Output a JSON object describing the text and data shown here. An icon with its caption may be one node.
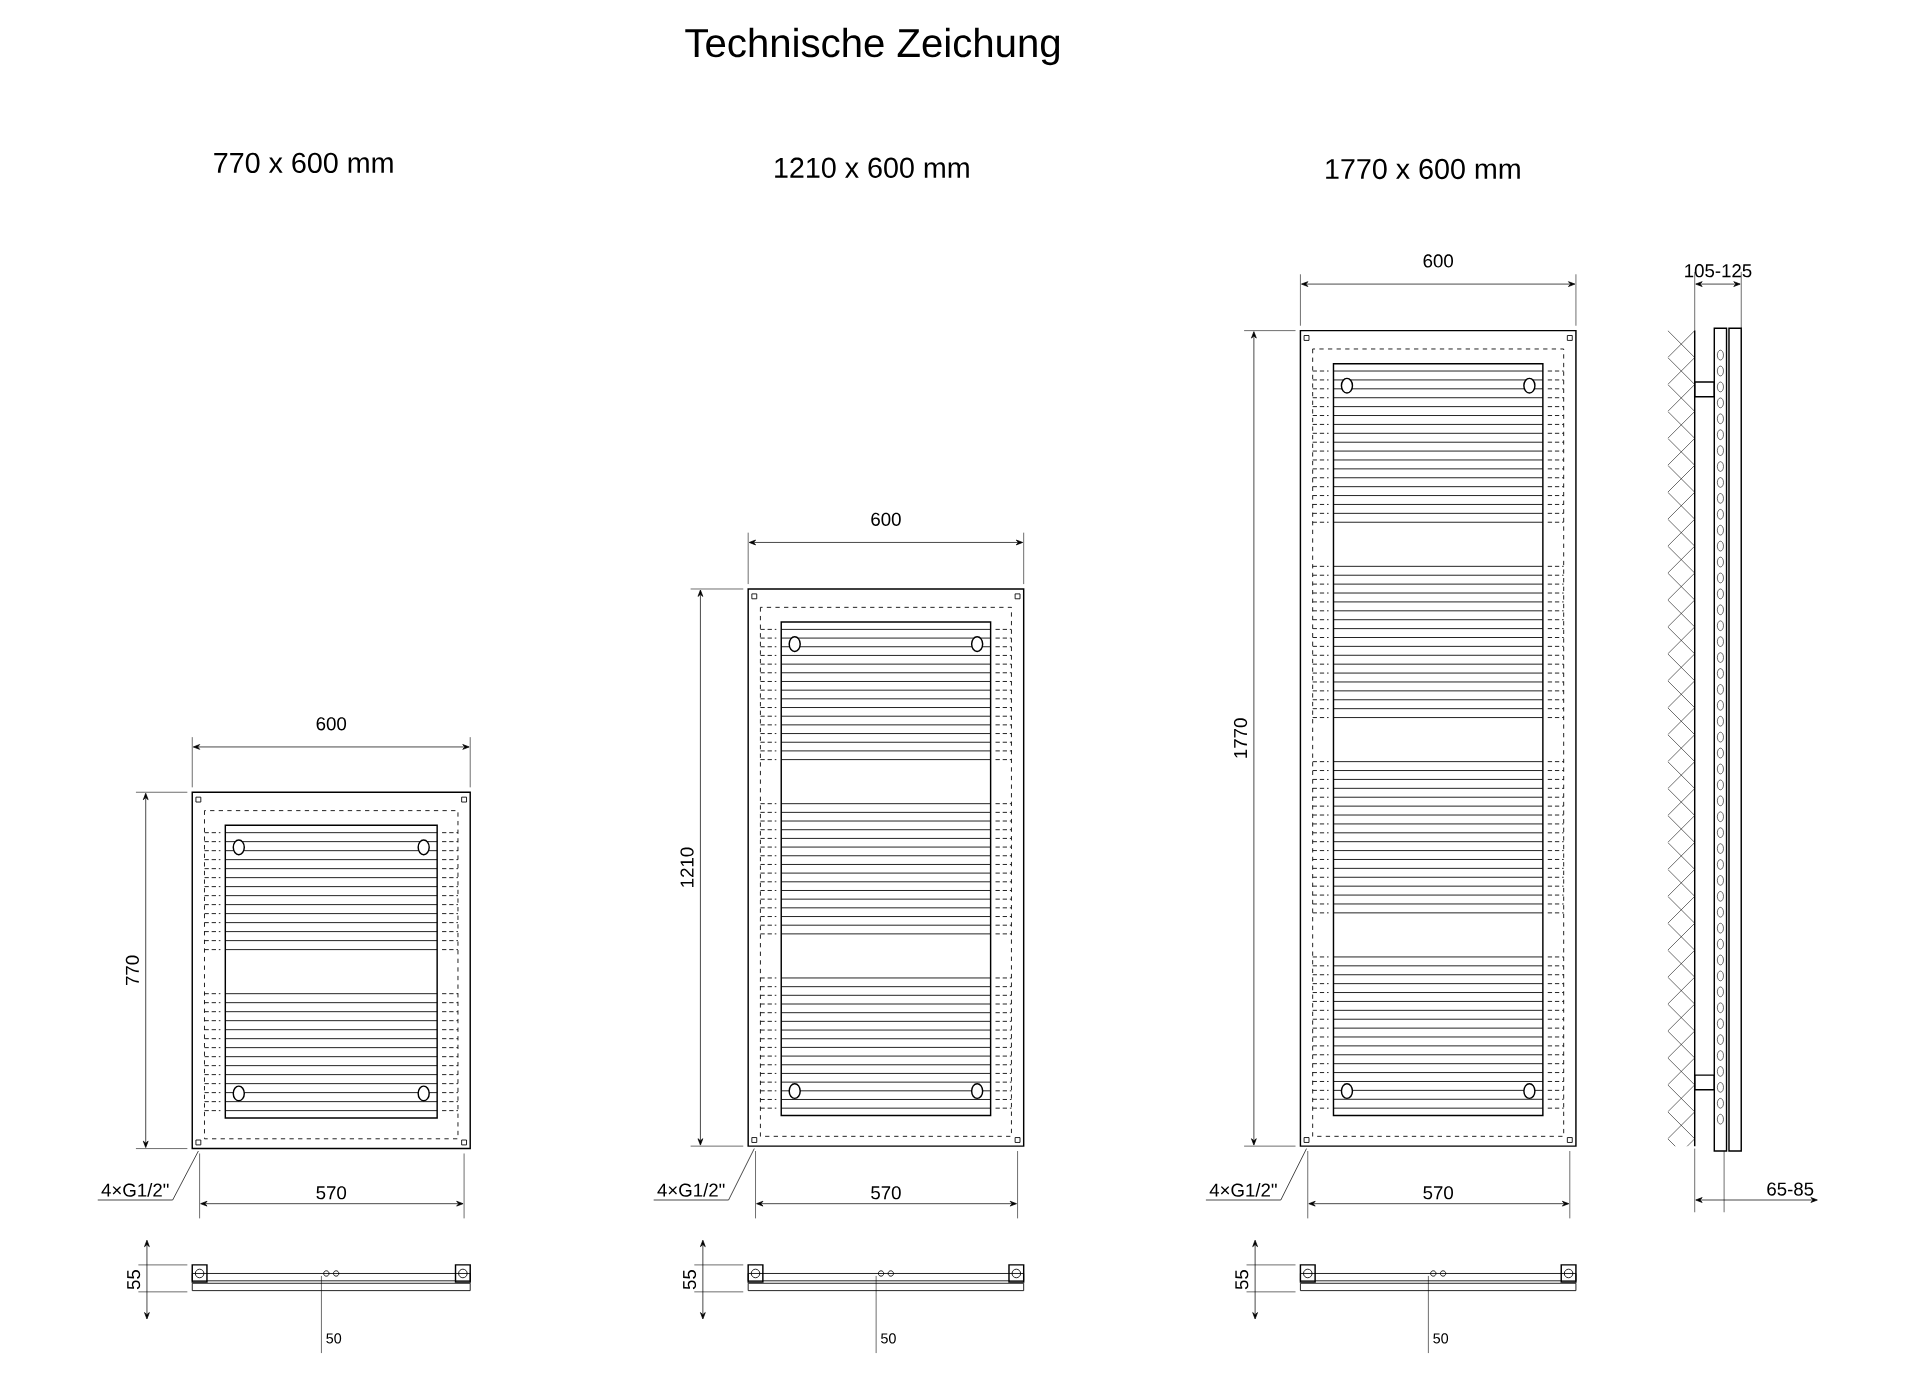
{
  "diagram": {
    "title": "Technische Zeichung",
    "nodes": [
      {
        "text": [
          "4×G1/2\""
        ]
      },
      {
        "text": [
          "4×G1/2\""
        ]
      },
      {
        "text": [
          "4×G1/2\""
        ]
      }
    ],
    "edges": [
      {
        "from": 0,
        "to": null,
        "arrow": "none"
      },
      {
        "from": 1,
        "to": null,
        "arrow": "none"
      },
      {
        "from": 2,
        "to": null,
        "arrow": "none"
      }
    ],
    "labels": [
      "770 x 600 mm",
      "1210 x 600 mm",
      "1770 x 600 mm",
      "600",
      "770",
      "570",
      "55",
      "50",
      "600",
      "1210",
      "570",
      "55",
      "50",
      "600",
      "1770",
      "570",
      "55",
      "50",
      "105-125",
      "65-85"
    ]
  }
}
